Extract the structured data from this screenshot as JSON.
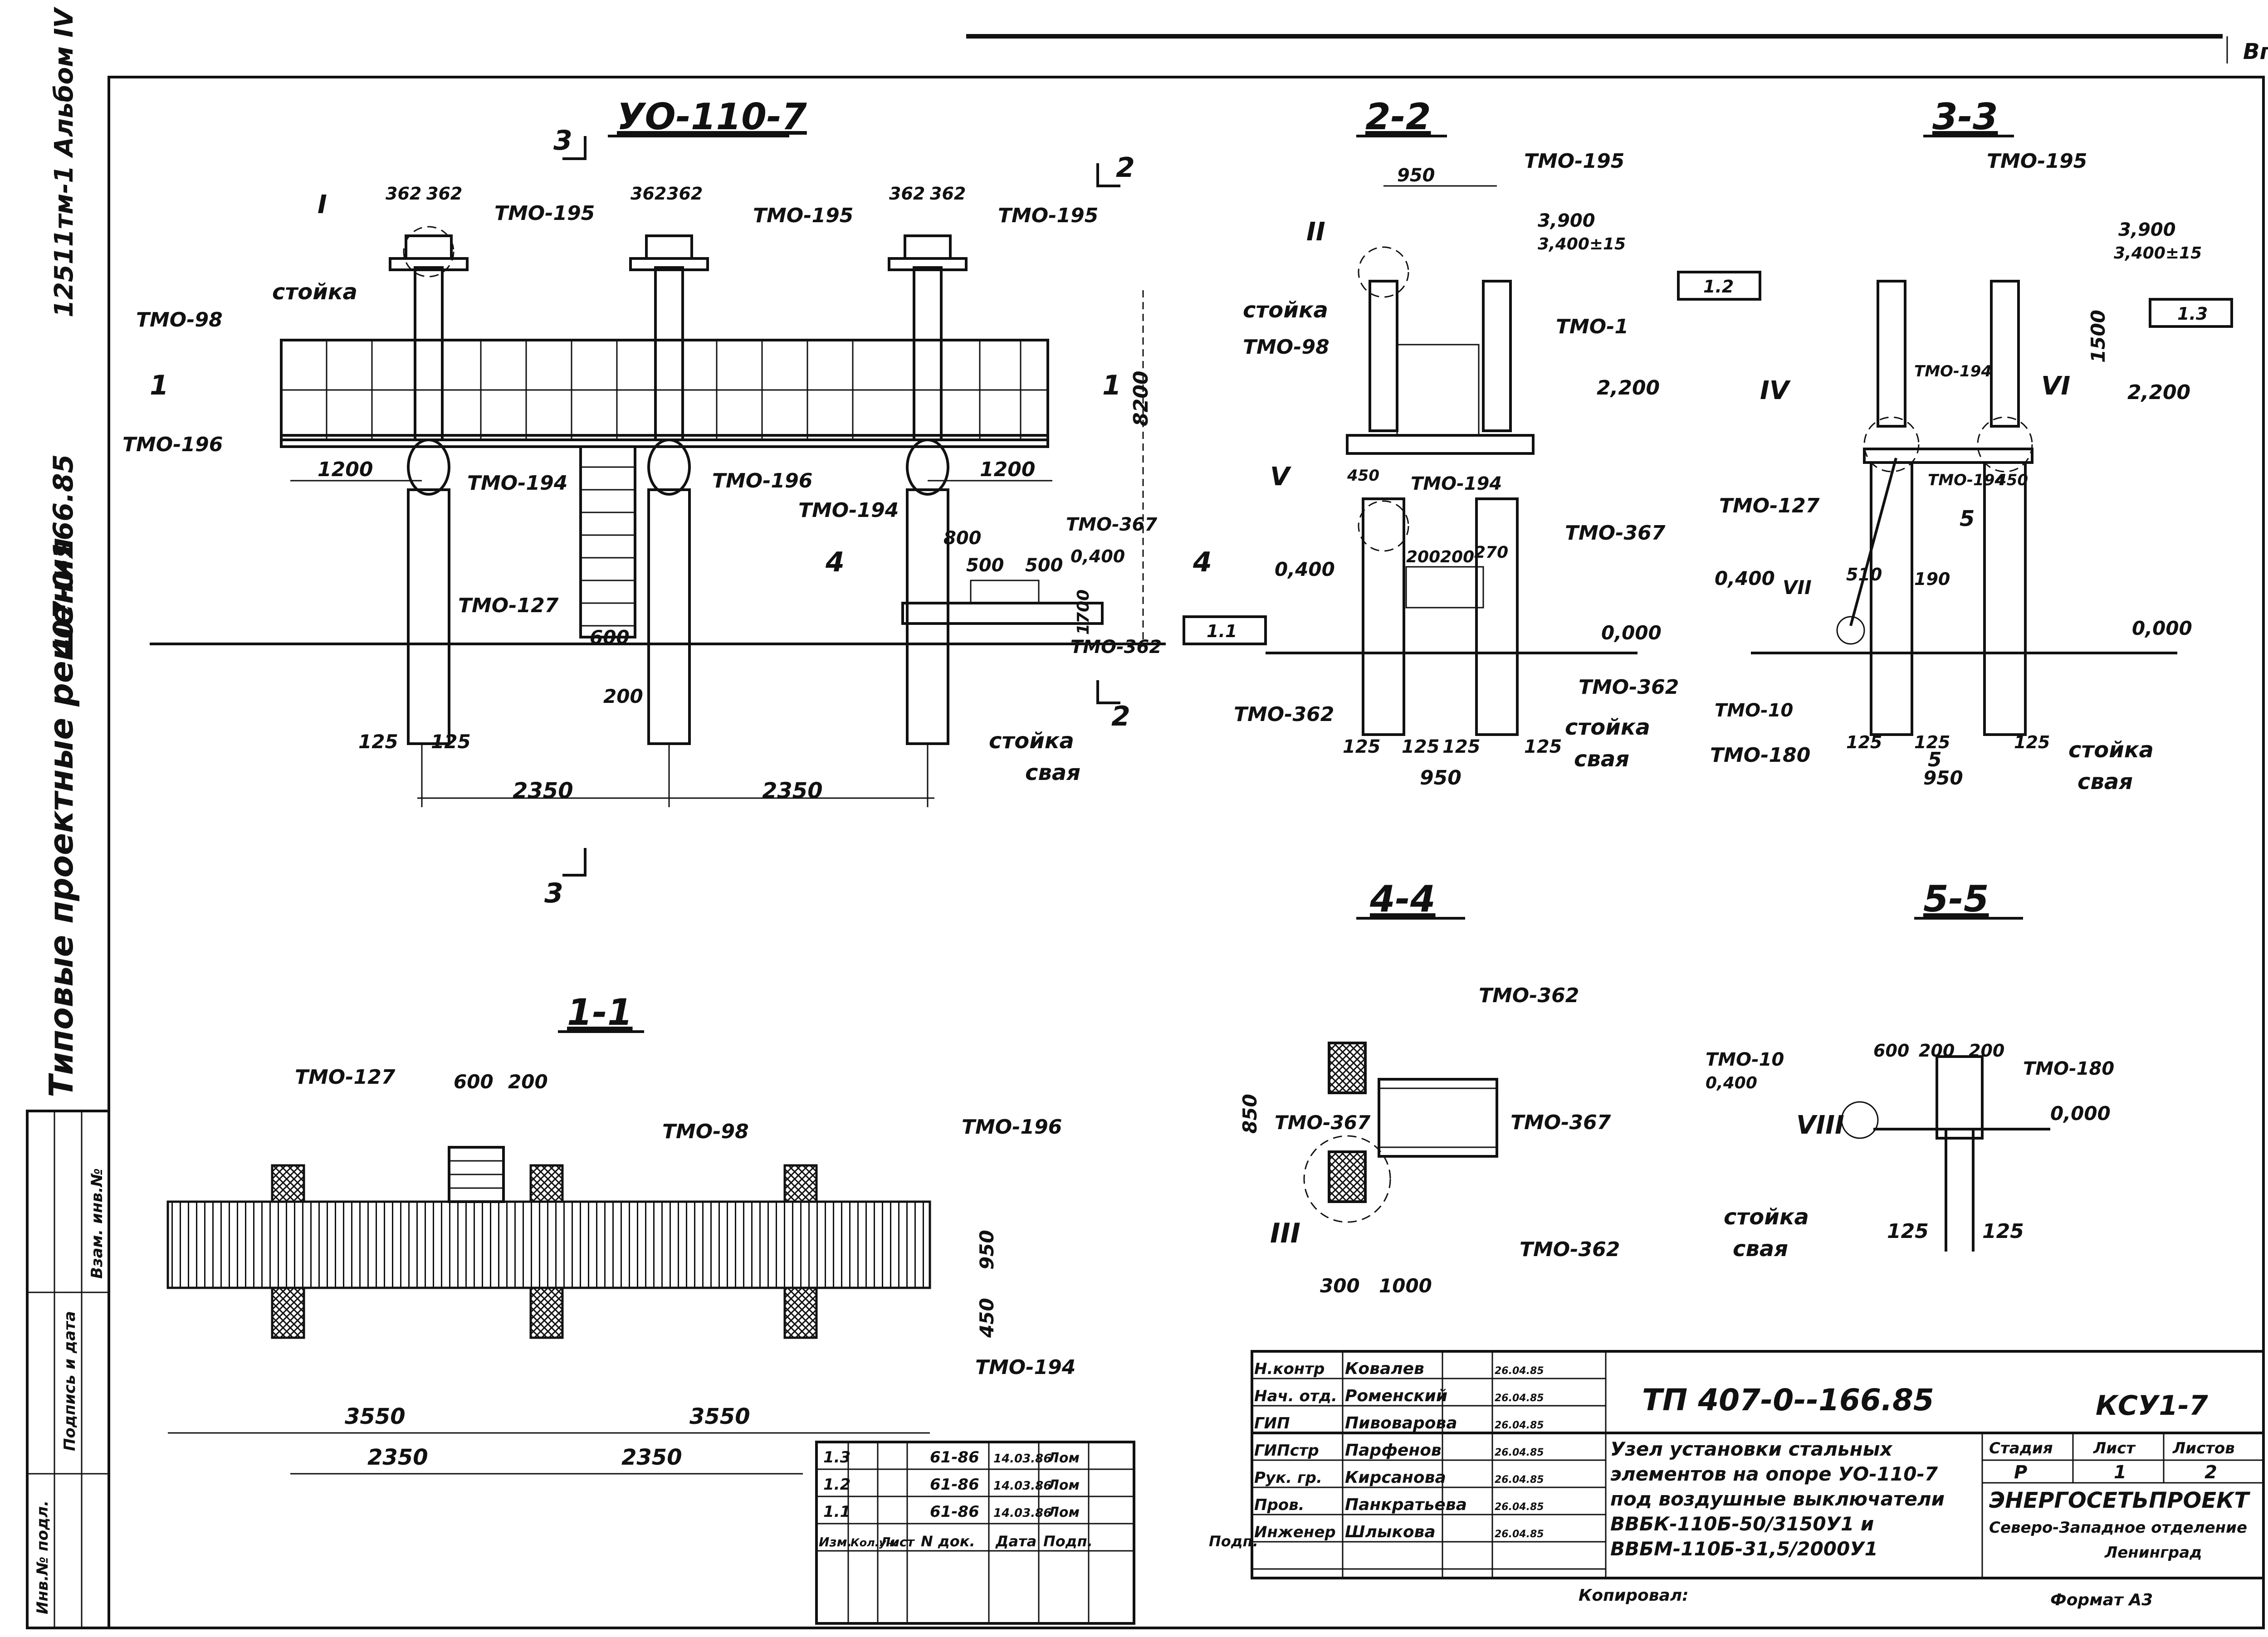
{
  "sheet": {
    "corner_label": "Вг",
    "album": "12511тм-1 Альбом IV",
    "album_code": "407-0-166.85",
    "side_title": "Типовые проектные решения",
    "side_strip": [
      "Инв.№ подл.",
      "Подпись и дата",
      "Взам. инв.№"
    ]
  },
  "views": {
    "main": {
      "title": "УО-110-7",
      "labels": [
        "ТМО-195",
        "ТМО-195",
        "ТМО-195",
        "стойка",
        "ТМО-98",
        "ТМО-196",
        "ТМО-194",
        "ТМО-196",
        "ТМО-194",
        "ТМО-127",
        "ТМО-367",
        "ТМО-362",
        "стойка",
        "свая"
      ],
      "dims": [
        "362",
        "362",
        "362",
        "362",
        "362",
        "362",
        "1200",
        "1200",
        "600",
        "200",
        "800",
        "500",
        "500",
        "0,400",
        "1700",
        "8200",
        "125",
        "125",
        "2350",
        "2350"
      ],
      "cuts": [
        "1",
        "1",
        "2",
        "2",
        "3",
        "3",
        "4",
        "4"
      ],
      "nodes": [
        "I"
      ],
      "ref": "1.1"
    },
    "section_22": {
      "title": "2-2",
      "labels": [
        "ТМО-195",
        "ТМО-1",
        "стойка",
        "ТМО-98",
        "ТМО-194",
        "ТМО-367",
        "ТМО-362",
        "ТМО-362",
        "стойка",
        "свая"
      ],
      "dims": [
        "950",
        "3,900",
        "3,400±15",
        "2,200",
        "450",
        "0,400",
        "200",
        "200",
        "270",
        "0,000",
        "125",
        "125",
        "125",
        "125",
        "950"
      ],
      "nodes": [
        "II",
        "V"
      ],
      "ref": "1.2"
    },
    "section_33": {
      "title": "3-3",
      "labels": [
        "ТМО-195",
        "ТМО-194",
        "ТМО-194",
        "ТМО-127",
        "ТМО-10",
        "ТМО-180",
        "стойка",
        "свая"
      ],
      "dims": [
        "3,900",
        "3,400±15",
        "1500",
        "2,200",
        "450",
        "0,400",
        "510",
        "190",
        "0,000",
        "125",
        "125",
        "125",
        "950",
        "5",
        "5"
      ],
      "nodes": [
        "IV",
        "VI",
        "VII"
      ],
      "ref": "1.3"
    },
    "section_44": {
      "title": "4-4",
      "labels": [
        "ТМО-362",
        "ТМО-367",
        "ТМО-367",
        "ТМО-362"
      ],
      "dims": [
        "850",
        "300",
        "1000"
      ],
      "nodes": [
        "III"
      ]
    },
    "section_55": {
      "title": "5-5",
      "labels": [
        "ТМО-10",
        "ТМО-180",
        "стойка",
        "свая"
      ],
      "dims": [
        "600",
        "200",
        "200",
        "0,400",
        "0,000",
        "125",
        "125"
      ],
      "nodes": [
        "VIII"
      ]
    },
    "section_11": {
      "title": "1-1",
      "labels": [
        "ТМО-127",
        "ТМО-98",
        "ТМО-196",
        "ТМО-194"
      ],
      "dims": [
        "600",
        "200",
        "950",
        "450",
        "3550",
        "3550",
        "2350",
        "2350"
      ]
    }
  },
  "revisions": {
    "rows": [
      {
        "izm": "1.3",
        "kol": "",
        "list": "",
        "doc": "61-86",
        "date": "14.03.86",
        "sign": "Лом"
      },
      {
        "izm": "1.2",
        "kol": "",
        "list": "",
        "doc": "61-86",
        "date": "14.03.86",
        "sign": "Лом"
      },
      {
        "izm": "1.1",
        "kol": "",
        "list": "",
        "doc": "61-86",
        "date": "14.03.86",
        "sign": "Лом"
      }
    ],
    "headers": [
      "Изм.",
      "Кол.уч.",
      "Лист",
      "N док.",
      "Дата",
      "Подп."
    ],
    "podp": "Подп."
  },
  "titleblock": {
    "code": "ТП 407-0--166.85",
    "sheet_code": "КСУ1-7",
    "roles": [
      {
        "role": "Н.контр",
        "name": "Ковалев",
        "date": "26.04.85"
      },
      {
        "role": "Нач. отд.",
        "name": "Роменский",
        "date": "26.04.85"
      },
      {
        "role": "ГИП",
        "name": "Пивоварова",
        "date": "26.04.85"
      },
      {
        "role": "ГИПстр",
        "name": "Парфенов",
        "date": "26.04.85"
      },
      {
        "role": "Рук. гр.",
        "name": "Кирсанова",
        "date": "26.04.85"
      },
      {
        "role": "Пров.",
        "name": "Панкратьева",
        "date": "26.04.85"
      },
      {
        "role": "Инженер",
        "name": "Шлыкова",
        "date": "26.04.85"
      }
    ],
    "description": [
      "Узел установки стальных",
      "элементов на опоре УО-110-7",
      "под воздушные выключатели",
      "ВВБК-110Б-50/3150У1 и",
      "ВВБМ-110Б-31,5/2000У1"
    ],
    "stage_header": "Стадия",
    "sheet_header": "Лист",
    "sheets_header": "Листов",
    "stage": "Р",
    "sheet": "1",
    "sheets": "2",
    "org": "ЭНЕРГОСЕТЬПРОЕКТ",
    "branch": "Северо-Западное отделение",
    "city": "Ленинград",
    "copied": "Копировал:",
    "format": "Формат А3"
  }
}
